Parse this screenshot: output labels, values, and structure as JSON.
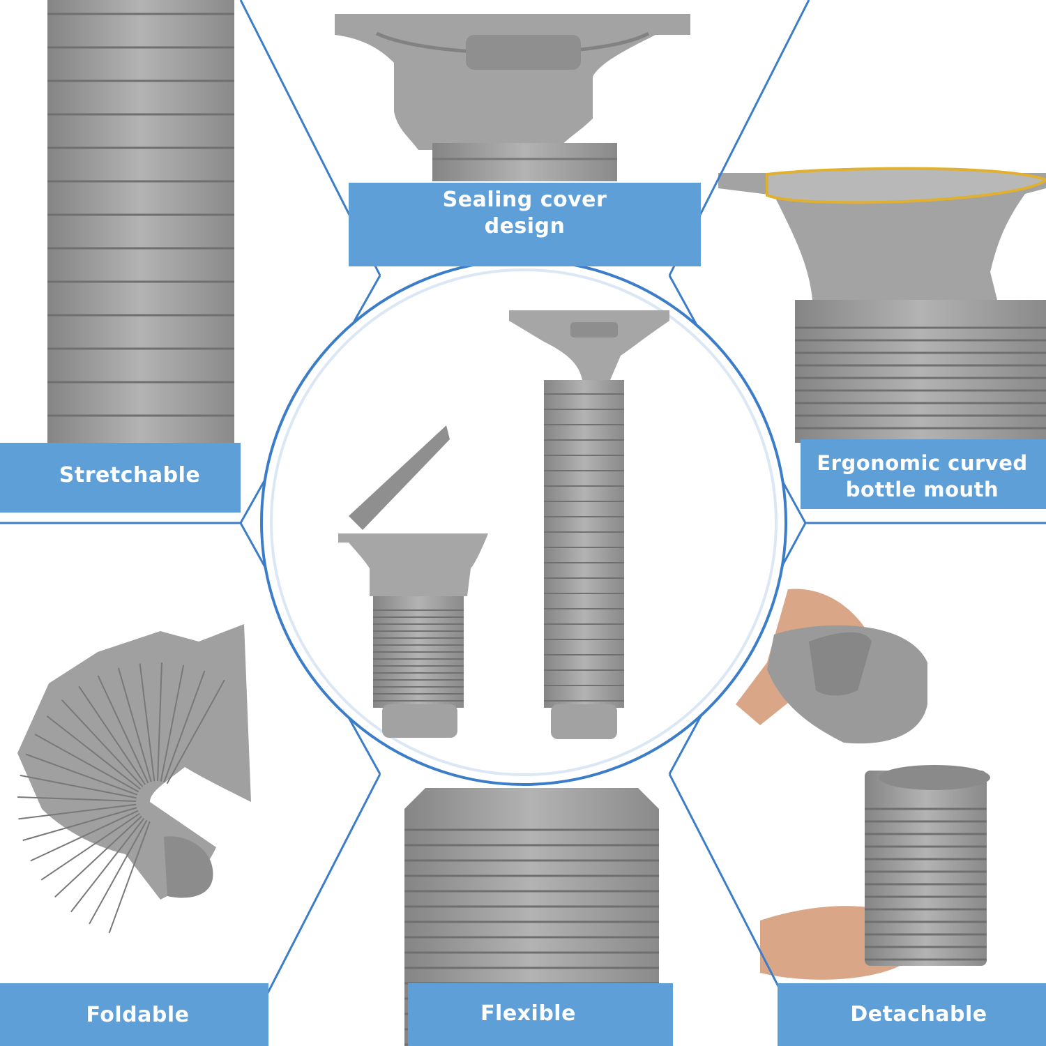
{
  "colors": {
    "accent": "#5f9fd8",
    "divider": "#3b7dc8",
    "product_gray": "#9c9c9c",
    "product_dark": "#7a7a7a",
    "rim_highlight": "#e0b030",
    "skin": "#d9a788"
  },
  "panels": {
    "stretchable": {
      "label": "Stretchable"
    },
    "sealing_cover": {
      "line1": "Sealing cover",
      "line2": "design"
    },
    "ergonomic_mouth": {
      "line1": "Ergonomic curved",
      "line2": "bottle mouth"
    },
    "foldable": {
      "label": "Foldable"
    },
    "flexible": {
      "label": "Flexible"
    },
    "detachable": {
      "label": "Detachable"
    }
  },
  "center": {
    "items": [
      "collapsed-urinal-with-open-lid",
      "extended-urinal"
    ]
  }
}
